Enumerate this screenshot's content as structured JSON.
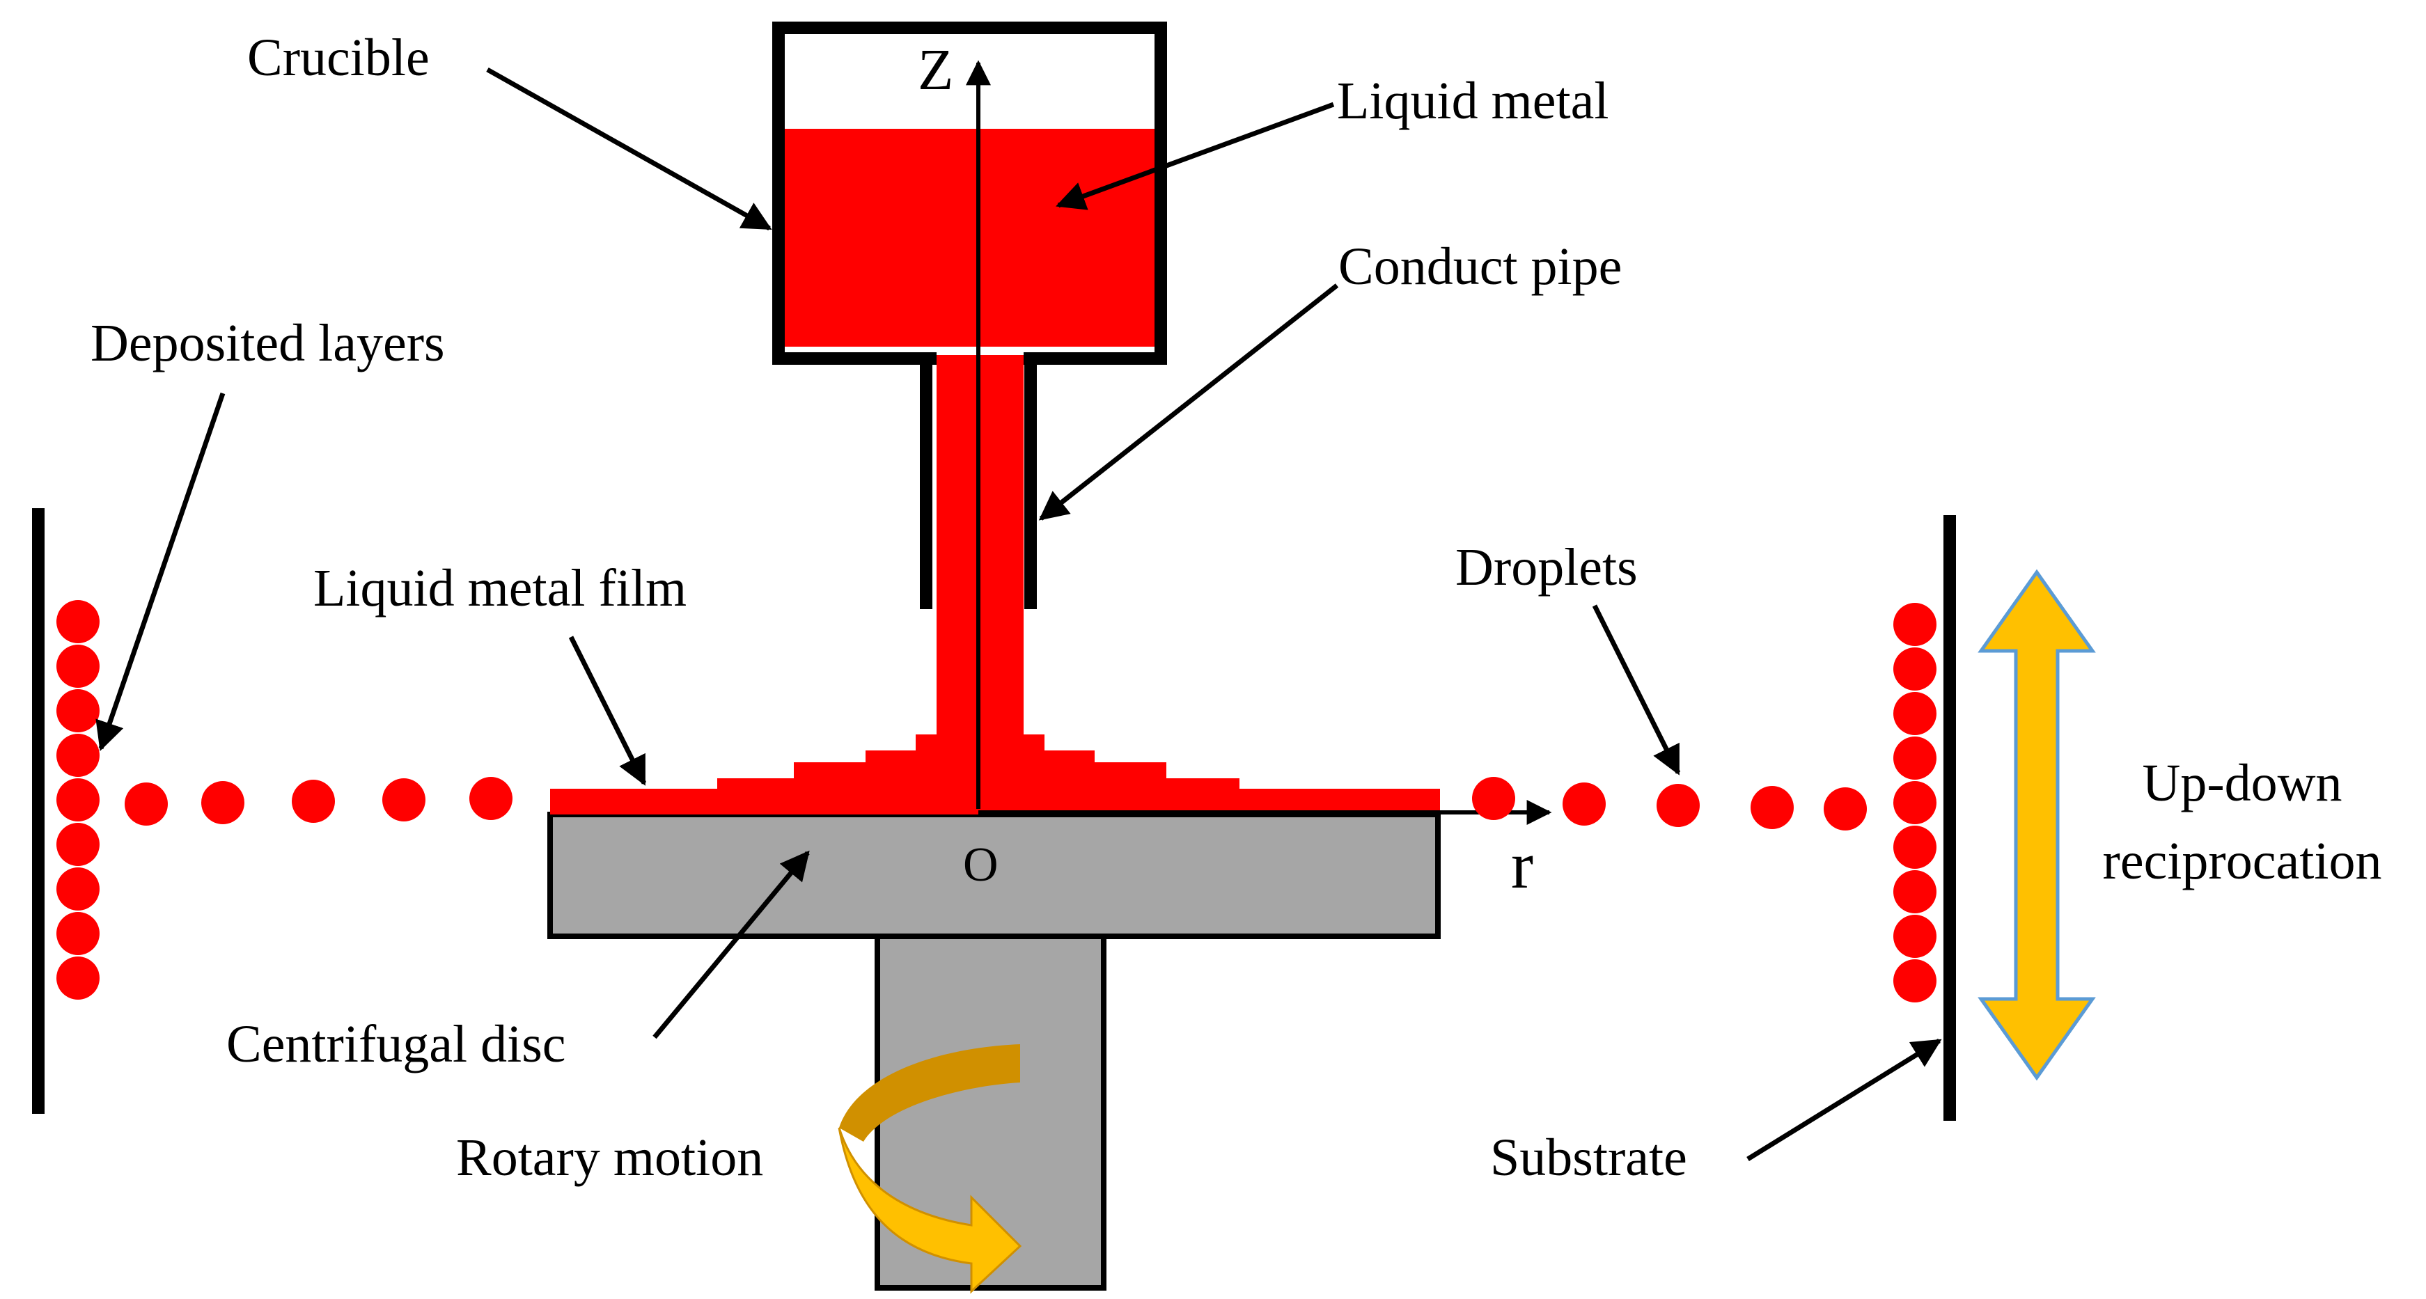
{
  "labels": {
    "crucible": "Crucible",
    "liquid_metal": "Liquid metal",
    "conduct_pipe": "Conduct pipe",
    "deposited_layers": "Deposited layers",
    "liquid_metal_film": "Liquid metal film",
    "droplets": "Droplets",
    "up_down": "Up-down",
    "reciprocation": "reciprocation",
    "centrifugal_disc": "Centrifugal disc",
    "rotary_motion": "Rotary motion",
    "substrate": "Substrate"
  },
  "axes": {
    "z": "Z",
    "r": "r",
    "origin": "O"
  },
  "colors": {
    "liquid_metal": "#ff0000",
    "disc": "#a6a6a6",
    "outline": "#000000",
    "reciprocation_arrow": "#ffc000",
    "reciprocation_arrow_edge": "#5b9bd5",
    "rotary_arrow_dark": "#d09000",
    "rotary_arrow_light": "#ffc000"
  }
}
